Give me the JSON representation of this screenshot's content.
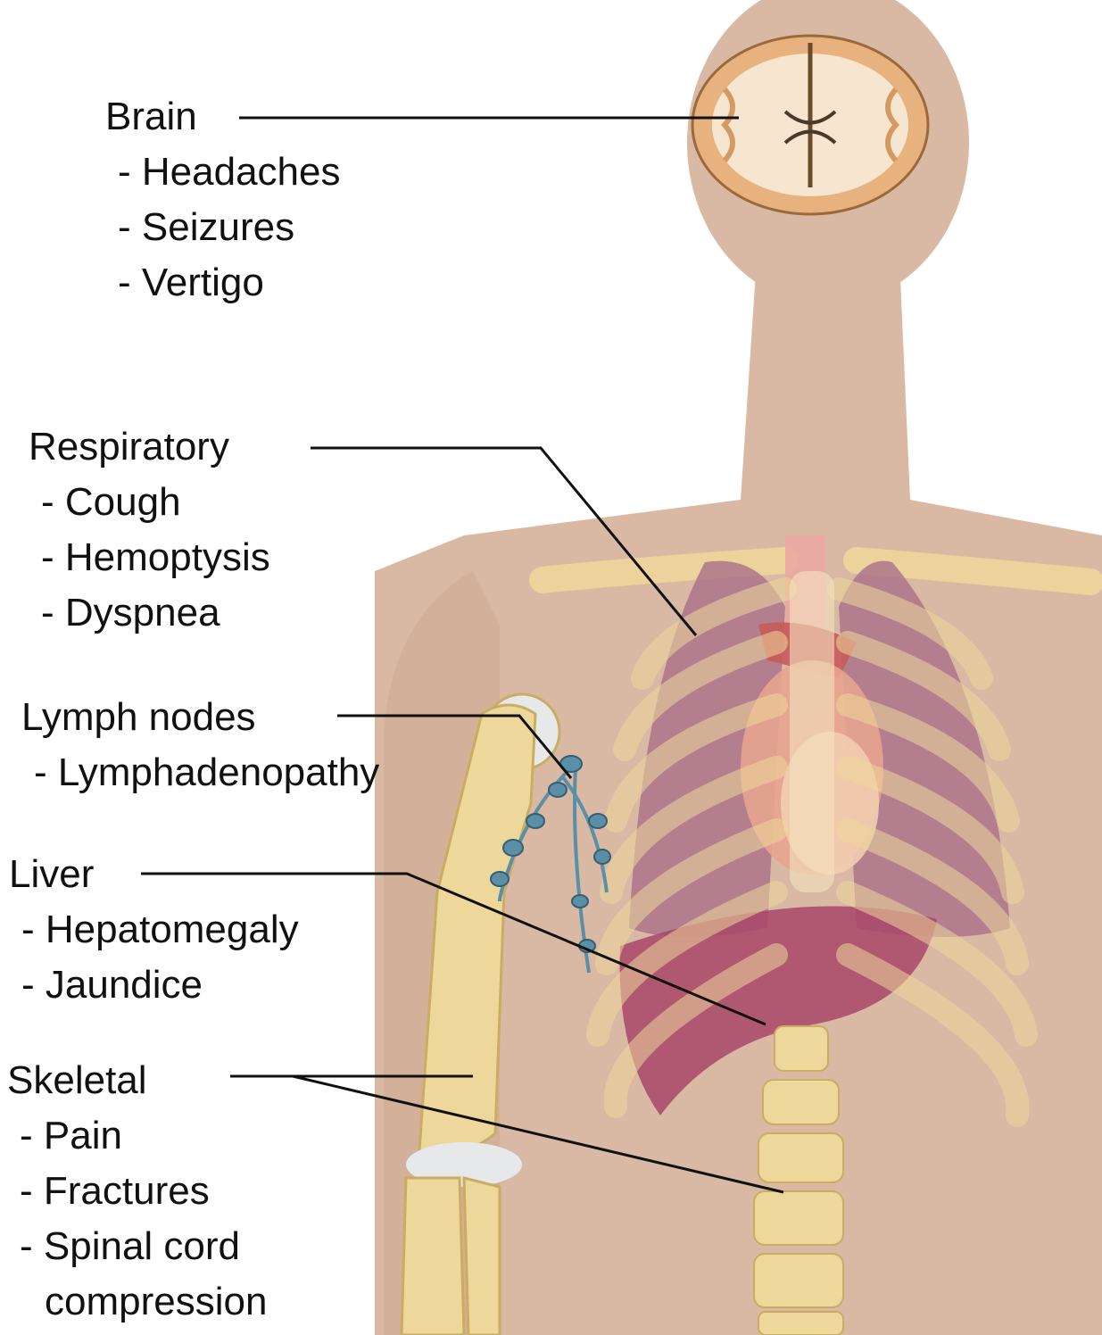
{
  "colors": {
    "skin": "#d9b9a4",
    "bone": "#eed79a",
    "bone_outline": "#c9ad62",
    "lung": "#a9708a",
    "liver": "#a8476a",
    "heart": "#d27a7a",
    "brain_cortex": "#e7b27e",
    "brain_white": "#f7e6cf",
    "lymph": "#5b8fa8",
    "leader_line": "#111111"
  },
  "sections": {
    "brain": {
      "heading": "Brain",
      "items": [
        "- Headaches",
        "- Seizures",
        "- Vertigo"
      ]
    },
    "respiratory": {
      "heading": "Respiratory",
      "items": [
        "- Cough",
        "- Hemoptysis",
        "- Dyspnea"
      ]
    },
    "lymph": {
      "heading": "Lymph nodes",
      "items": [
        "- Lymphadenopathy"
      ]
    },
    "liver": {
      "heading": "Liver",
      "items": [
        "- Hepatomegaly",
        "- Jaundice"
      ]
    },
    "skeletal": {
      "heading": "Skeletal",
      "items": [
        "- Pain",
        "- Fractures",
        "- Spinal cord",
        "compression"
      ]
    }
  }
}
